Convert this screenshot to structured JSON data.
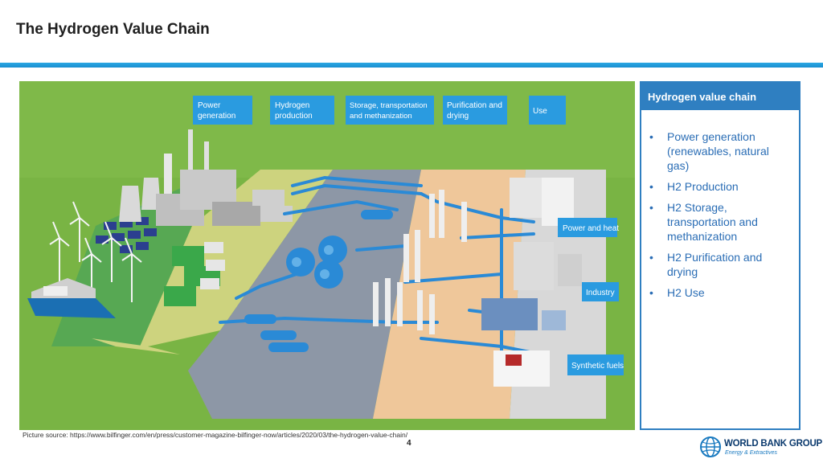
{
  "slide": {
    "title": "The Hydrogen Value Chain",
    "page_number": "4",
    "source": "Picture source: https://www.bilfinger.com/en/press/customer-magazine-bilfinger-now/articles/2020/03/the-hydrogen-value-chain/"
  },
  "illustration": {
    "stage_labels": [
      [
        "Power",
        "generation"
      ],
      [
        "Hydrogen",
        "production"
      ],
      [
        "Storage, transportation",
        "and methanization"
      ],
      [
        "Purification and",
        "drying"
      ],
      [
        "Use"
      ]
    ],
    "use_labels": [
      "Power and heat",
      "Industry",
      "Synthetic fuels"
    ]
  },
  "panel": {
    "header": "Hydrogen value chain",
    "items": [
      "Power generation (renewables, natural gas)",
      "H2 Production",
      "H2 Storage, transportation and methanization",
      "H2 Purification and drying",
      "H2 Use"
    ]
  },
  "logo": {
    "name": "WORLD BANK GROUP",
    "subtitle": "Energy & Extractives"
  },
  "colors": {
    "accent": "#2f7fc1",
    "title_rule": "#2aa7e3",
    "grass": "#6fae3c",
    "pipe": "#2a8ad6",
    "label_box": "#2a9be0"
  }
}
